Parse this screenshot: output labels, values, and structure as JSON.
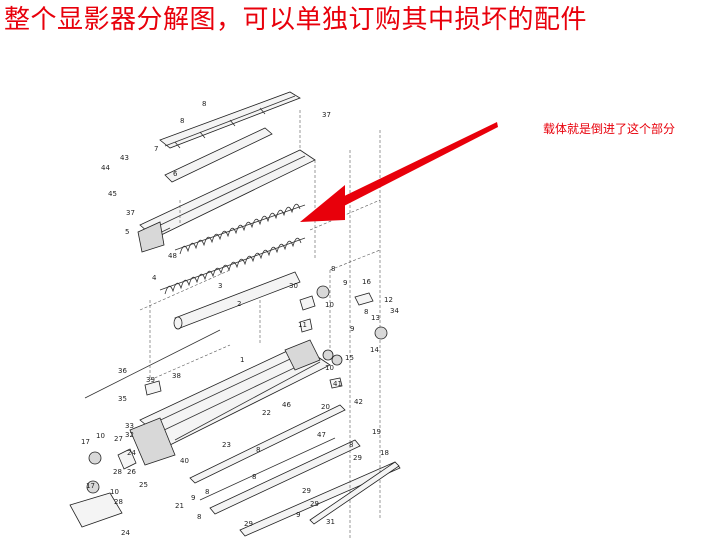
{
  "headline": "整个显影器分解图，可以单独订购其中损坏的配件",
  "annotation": "载体就是倒进了这个部分",
  "colors": {
    "annotation": "#e8000b",
    "arrow": "#e8000b"
  },
  "callouts": [
    "8",
    "37",
    "7",
    "8",
    "43",
    "44",
    "6",
    "45",
    "37",
    "5",
    "48",
    "8",
    "4",
    "30",
    "9",
    "16",
    "3",
    "12",
    "2",
    "8",
    "34",
    "11",
    "10",
    "1",
    "9",
    "13",
    "15",
    "14",
    "36",
    "39",
    "38",
    "10",
    "41",
    "35",
    "42",
    "22",
    "46",
    "20",
    "33",
    "17",
    "10",
    "27",
    "32",
    "47",
    "19",
    "24",
    "23",
    "29",
    "8",
    "40",
    "26",
    "18",
    "28",
    "25",
    "17",
    "10",
    "28",
    "8",
    "29",
    "21",
    "8",
    "29",
    "9",
    "29",
    "31",
    "8",
    "9",
    "24",
    "8"
  ]
}
